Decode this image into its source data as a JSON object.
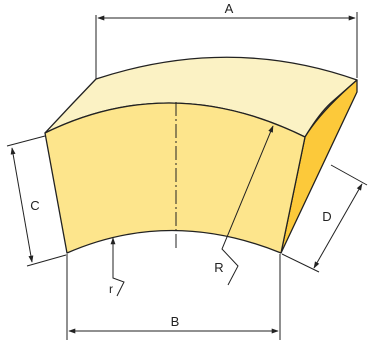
{
  "diagram": {
    "labels": {
      "a": "A",
      "b": "B",
      "c": "C",
      "d": "D",
      "big_r": "R",
      "small_r": "r"
    },
    "colors": {
      "top_face": "#fbf2c4",
      "front_face": "#fde58c",
      "side_face": "#fcc93a",
      "outline": "#222222",
      "background": "#ffffff"
    }
  }
}
